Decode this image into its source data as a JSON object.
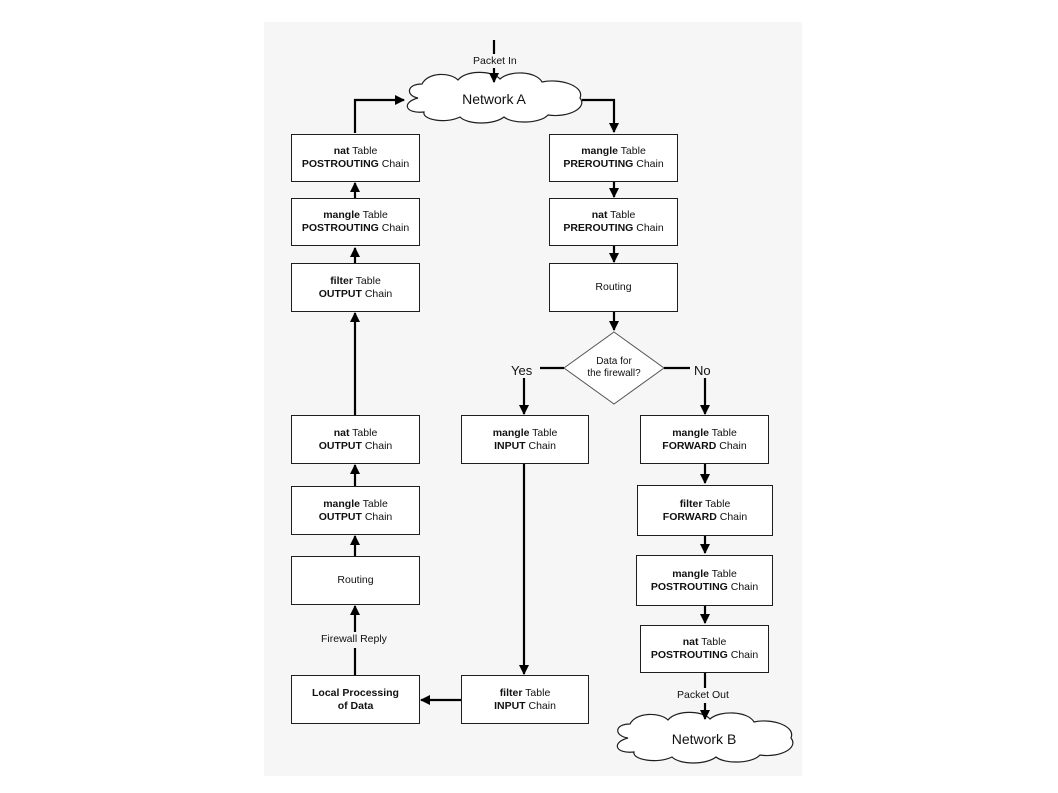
{
  "clouds": {
    "network_a": "Network A",
    "network_b": "Network B"
  },
  "labels": {
    "packet_in": "Packet In",
    "packet_out": "Packet Out",
    "firewall_reply": "Firewall Reply",
    "yes": "Yes",
    "no": "No"
  },
  "decision": {
    "line1": "Data for",
    "line2": "the firewall?"
  },
  "boxes": {
    "nat_postrouting_left": {
      "table": "nat",
      "table_word": " Table",
      "chain": "POSTROUTING",
      "chain_word": " Chain"
    },
    "mangle_postrouting_left": {
      "table": "mangle",
      "table_word": " Table",
      "chain": "POSTROUTING",
      "chain_word": " Chain"
    },
    "filter_output": {
      "table": "filter",
      "table_word": " Table",
      "chain": "OUTPUT",
      "chain_word": " Chain"
    },
    "nat_output": {
      "table": "nat",
      "table_word": " Table",
      "chain": "OUTPUT",
      "chain_word": " Chain"
    },
    "mangle_output": {
      "table": "mangle",
      "table_word": " Table",
      "chain": "OUTPUT",
      "chain_word": " Chain"
    },
    "routing_left": {
      "text": "Routing"
    },
    "local_processing": {
      "line1": "Local Processing",
      "line2": "of Data"
    },
    "mangle_prerouting": {
      "table": "mangle",
      "table_word": " Table",
      "chain": "PREROUTING",
      "chain_word": " Chain"
    },
    "nat_prerouting": {
      "table": "nat",
      "table_word": " Table",
      "chain": "PREROUTING",
      "chain_word": " Chain"
    },
    "routing_right": {
      "text": "Routing"
    },
    "mangle_input": {
      "table": "mangle",
      "table_word": " Table",
      "chain": "INPUT",
      "chain_word": " Chain"
    },
    "filter_input": {
      "table": "filter",
      "table_word": " Table",
      "chain": "INPUT",
      "chain_word": " Chain"
    },
    "mangle_forward": {
      "table": "mangle",
      "table_word": " Table",
      "chain": "FORWARD",
      "chain_word": " Chain"
    },
    "filter_forward": {
      "table": "filter",
      "table_word": " Table",
      "chain": "FORWARD",
      "chain_word": " Chain"
    },
    "mangle_postrouting_right": {
      "table": "mangle",
      "table_word": " Table",
      "chain": "POSTROUTING",
      "chain_word": " Chain"
    },
    "nat_postrouting_right": {
      "table": "nat",
      "table_word": " Table",
      "chain": "POSTROUTING",
      "chain_word": " Chain"
    }
  }
}
